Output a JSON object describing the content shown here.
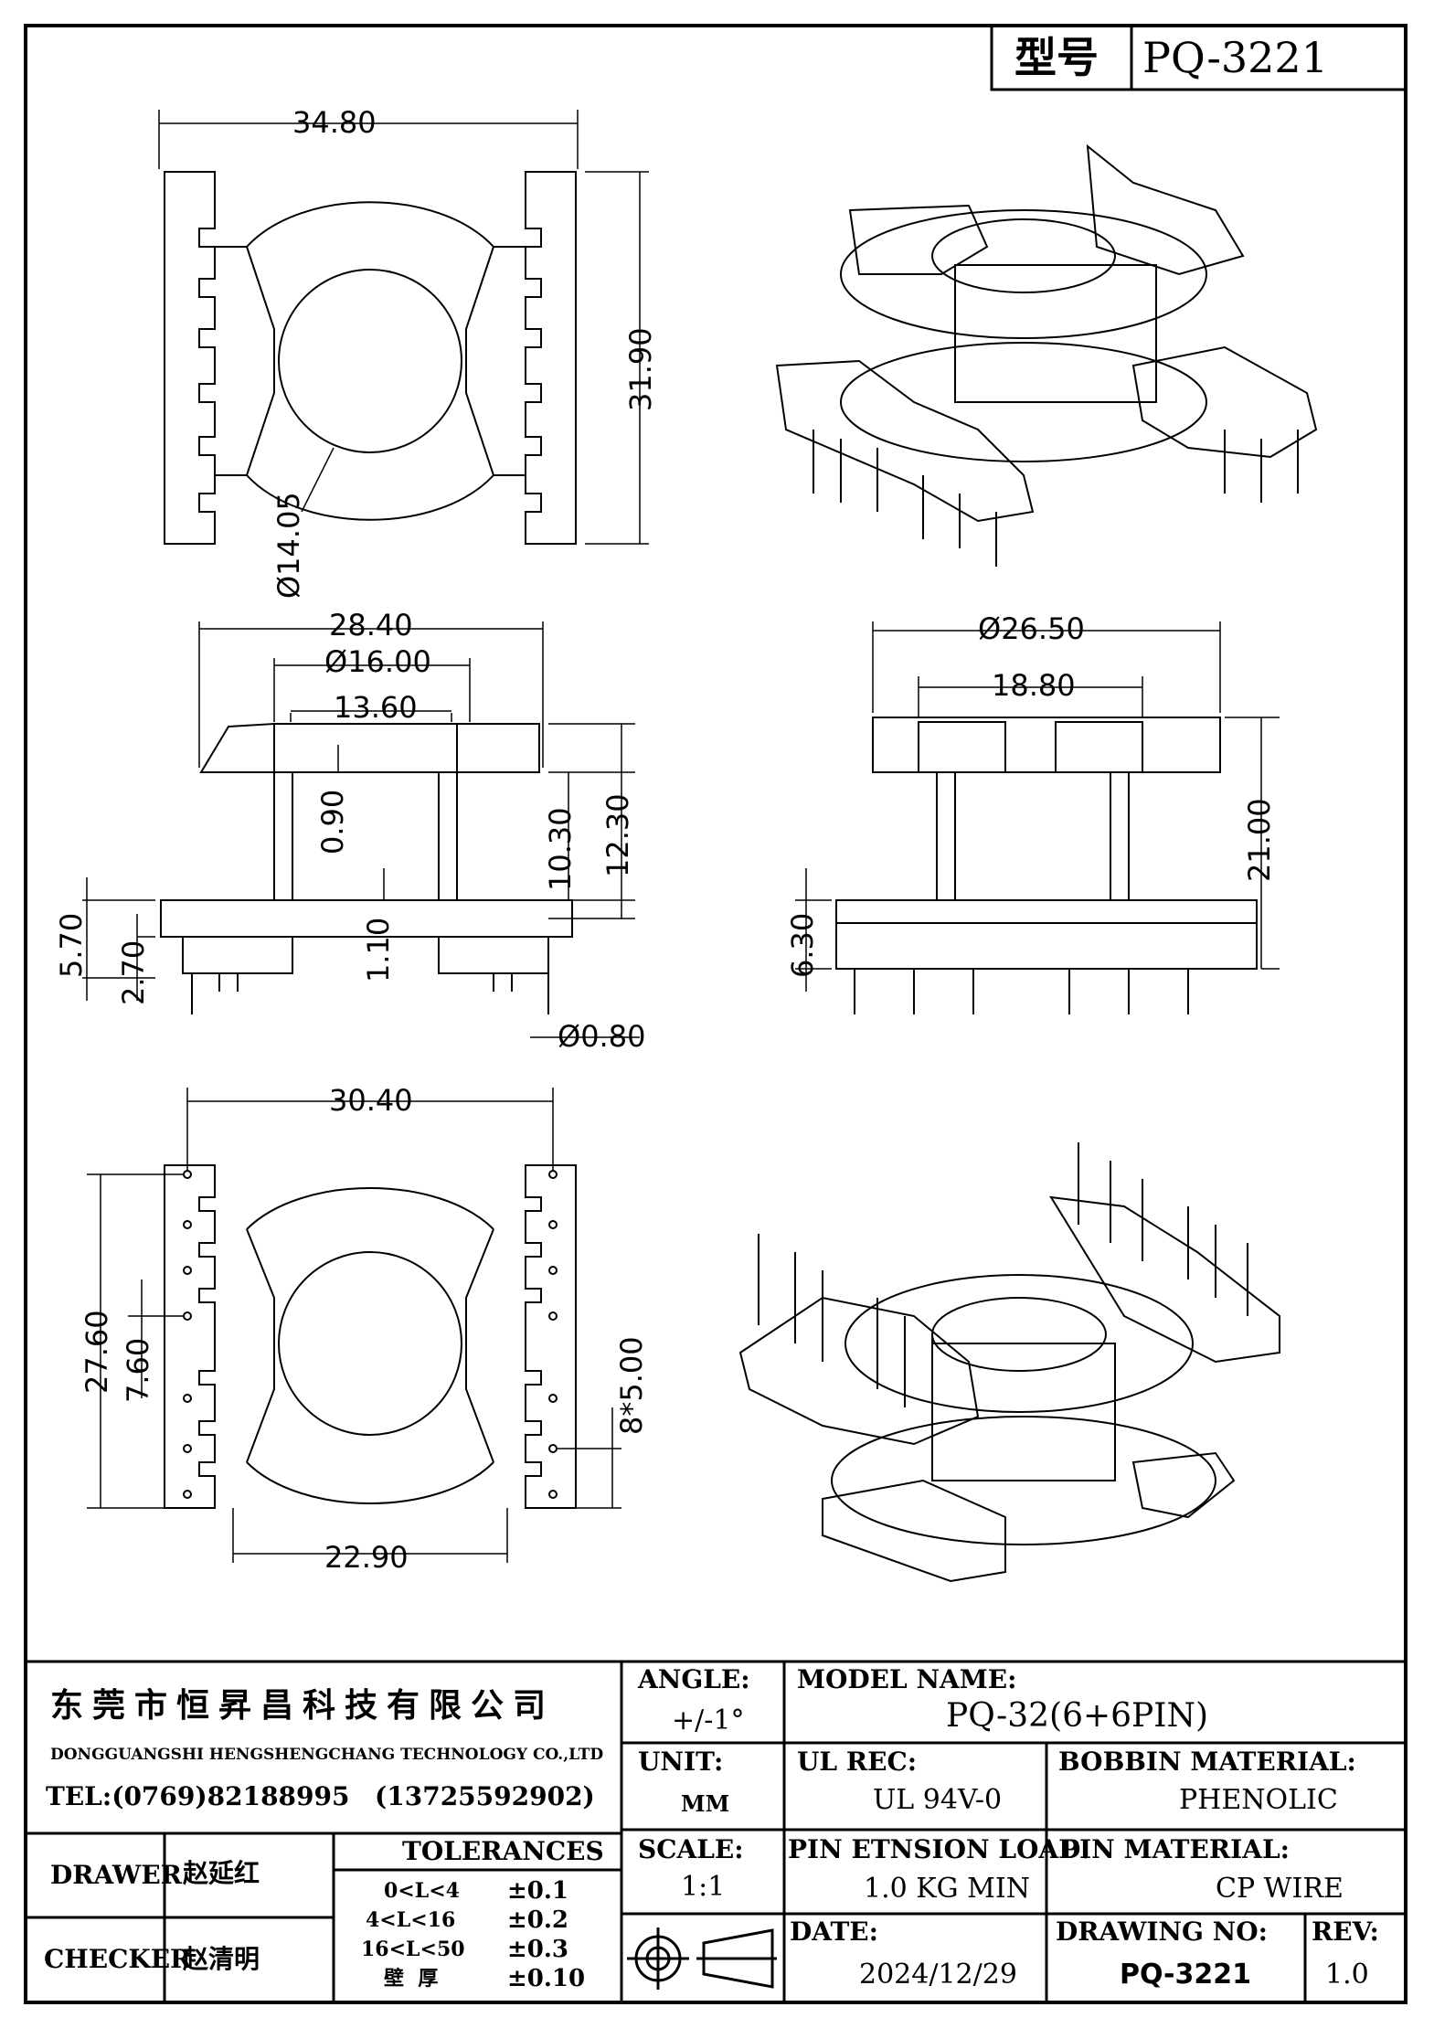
{
  "header": {
    "model_label": "型号",
    "model_value": "PQ-3221"
  },
  "dimensions": {
    "top_width": "34.80",
    "top_height": "31.90",
    "top_hole": "Ø14.05",
    "front_width": "28.40",
    "front_dia": "Ø16.00",
    "front_inner": "13.60",
    "front_h1": "0.90",
    "front_h2": "10.30",
    "front_h3": "12.30",
    "front_h4": "1.10",
    "front_h5": "5.70",
    "front_h6": "2.70",
    "front_pin": "Ø0.80",
    "side_dia": "Ø26.50",
    "side_inner": "18.80",
    "side_height": "21.00",
    "side_low": "6.30",
    "bottom_width": "30.40",
    "bottom_height": "27.60",
    "bottom_pitch": "7.60",
    "bottom_pins": "8*5.00",
    "bottom_inner": "22.90"
  },
  "title_block": {
    "company_cn": "东莞市恒昇昌科技有限公司",
    "company_en": "DONGGUANGSHI HENGSHENGCHANG TECHNOLOGY CO.,LTD",
    "tel": "TEL:(0769)82188995",
    "mobile": "(13725592902)",
    "drawer_label": "DRAWER",
    "drawer_name": "赵延红",
    "checker_label": "CHECKER",
    "checker_name": "赵清明",
    "tolerances_label": "TOLERANCES",
    "tolerances": [
      {
        "range": "0<L<4",
        "value": "±0.1"
      },
      {
        "range": "4<L<16",
        "value": "±0.2"
      },
      {
        "range": "16<L<50",
        "value": "±0.3"
      },
      {
        "range": "壁  厚",
        "value": "±0.10"
      }
    ],
    "angle_label": "ANGLE:",
    "angle_value": "+/-1°",
    "unit_label": "UNIT:",
    "unit_value": "MM",
    "scale_label": "SCALE:",
    "scale_value": "1:1",
    "model_name_label": "MODEL NAME:",
    "model_name_value": "PQ-32(6+6PIN)",
    "ul_label": "UL REC:",
    "ul_value": "UL 94V-0",
    "bobbin_label": "BOBBIN MATERIAL:",
    "bobbin_value": "PHENOLIC",
    "pin_load_label": "PIN ETNSION LOAD:",
    "pin_load_value": "1.0 KG MIN",
    "pin_mat_label": "PIN MATERIAL:",
    "pin_mat_value": "CP WIRE",
    "date_label": "DATE:",
    "date_value": "2024/12/29",
    "drawing_no_label": "DRAWING NO:",
    "drawing_no_value": "PQ-3221",
    "rev_label": "REV:",
    "rev_value": "1.0"
  }
}
